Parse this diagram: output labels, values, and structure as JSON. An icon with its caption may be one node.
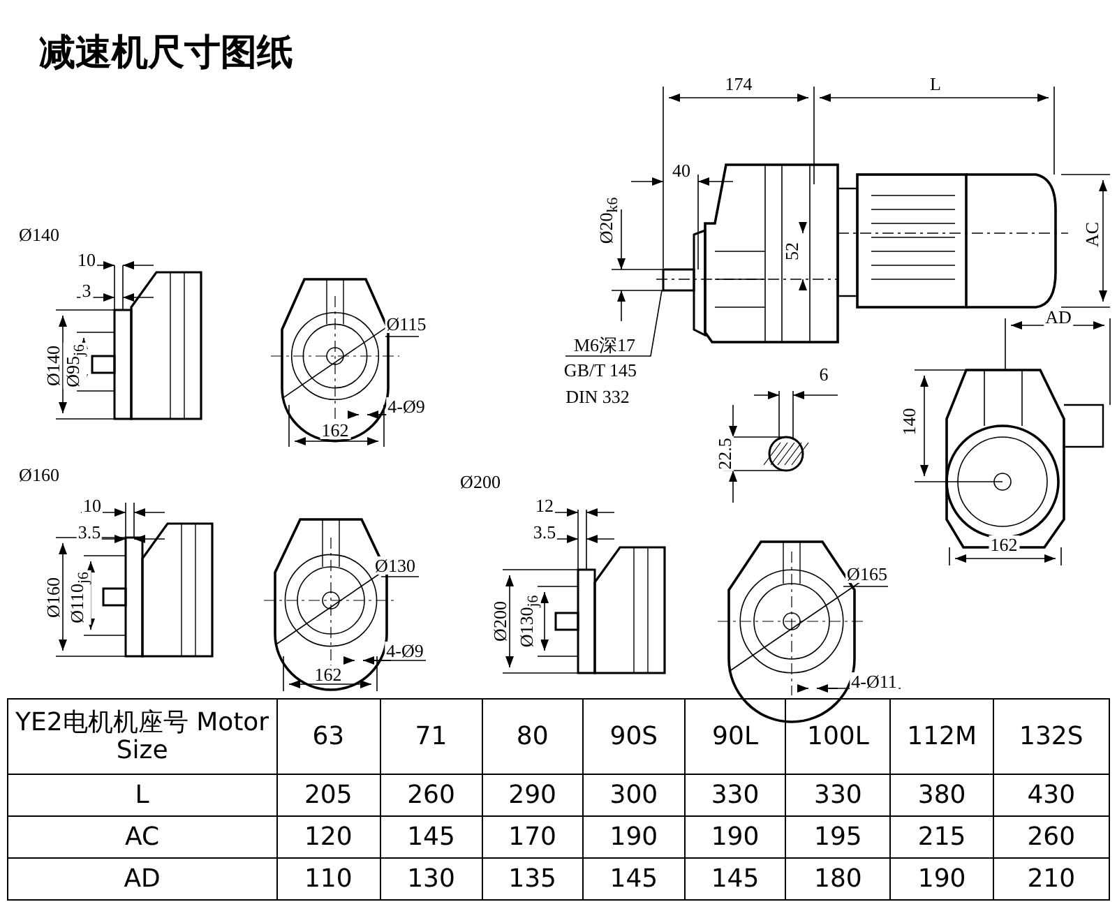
{
  "diagram": {
    "title": "减速机尺寸图纸",
    "labels": [
      "174",
      "L",
      "40",
      "Ø20$_{k6}$",
      "52",
      "AC",
      "M6深17",
      "GB/T 145",
      "DIN 332",
      "6",
      "22.5",
      "AD",
      "140",
      "162",
      "Ø140",
      "10",
      "3",
      "Ø140",
      "Ø95$_{j6}$",
      "Ø115",
      "4-Ø9",
      "162",
      "Ø160",
      "10",
      "3.5",
      "Ø160",
      "Ø110$_{j6}$",
      "Ø130",
      "4-Ø9",
      "162",
      "Ø200",
      "12",
      "3.5",
      "Ø200",
      "Ø130$_{j6}$",
      "Ø165",
      "4-Ø11",
      "YE2电机机座号 Motor Size",
      "63",
      "71",
      "80",
      "90S",
      "90L",
      "100L",
      "112M",
      "132S",
      "L",
      "205",
      "260",
      "290",
      "300",
      "330",
      "330",
      "380",
      "430",
      "AC",
      "120",
      "145",
      "170",
      "190",
      "190",
      "195",
      "215",
      "260",
      "AD",
      "110",
      "130",
      "135",
      "145",
      "145",
      "180",
      "190",
      "210"
    ]
  }
}
